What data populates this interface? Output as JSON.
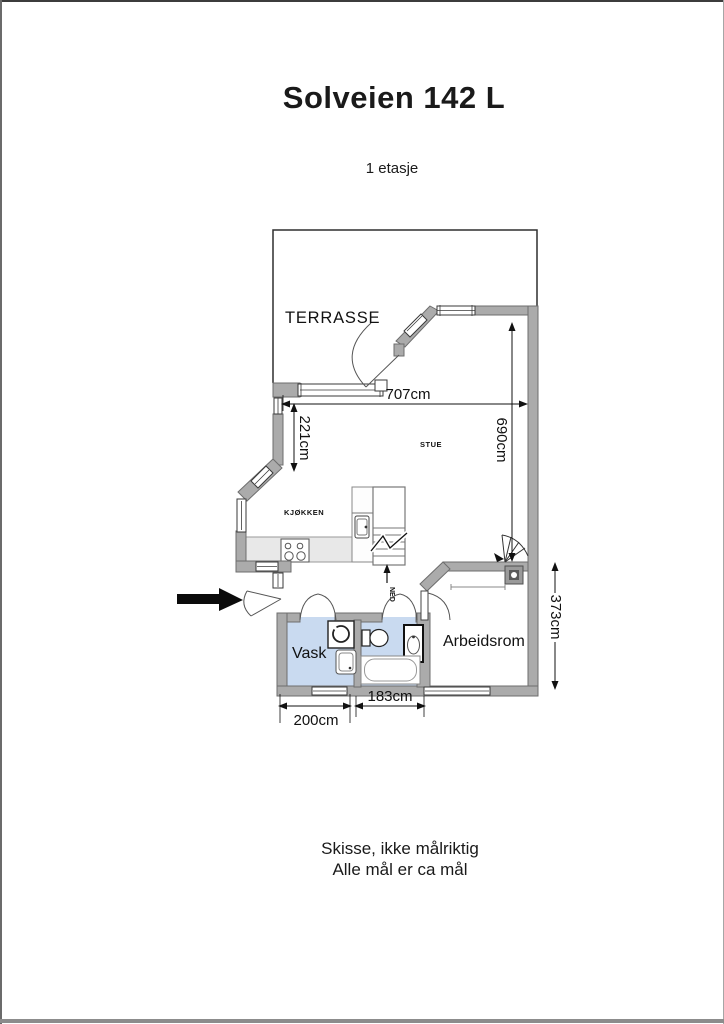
{
  "page": {
    "title": "Solveien 142 L",
    "subtitle": "1 etasje",
    "footer": [
      "Skisse, ikke målriktig",
      "Alle mål er ca mål"
    ]
  },
  "floorplan": {
    "labels": {
      "terrasse": "TERRASSE",
      "stue": "STUE",
      "kjokken": "KJØKKEN",
      "vask": "Vask",
      "arbeidsrom": "Arbeidsrom",
      "stairs_down": "NED"
    },
    "dimensions": {
      "stue_width": "707cm",
      "left_wall": "221cm",
      "stue_height": "690cm",
      "lower_section_height": "373cm",
      "vask_width": "200cm",
      "bath_width": "183cm"
    },
    "colors": {
      "wall_fill": "#ababab",
      "wall_stroke": "#6e6e6e",
      "wet_room_fill": "#c9daf0",
      "counter_fill": "#e8e8e8",
      "line": "#1a1a1a"
    }
  }
}
